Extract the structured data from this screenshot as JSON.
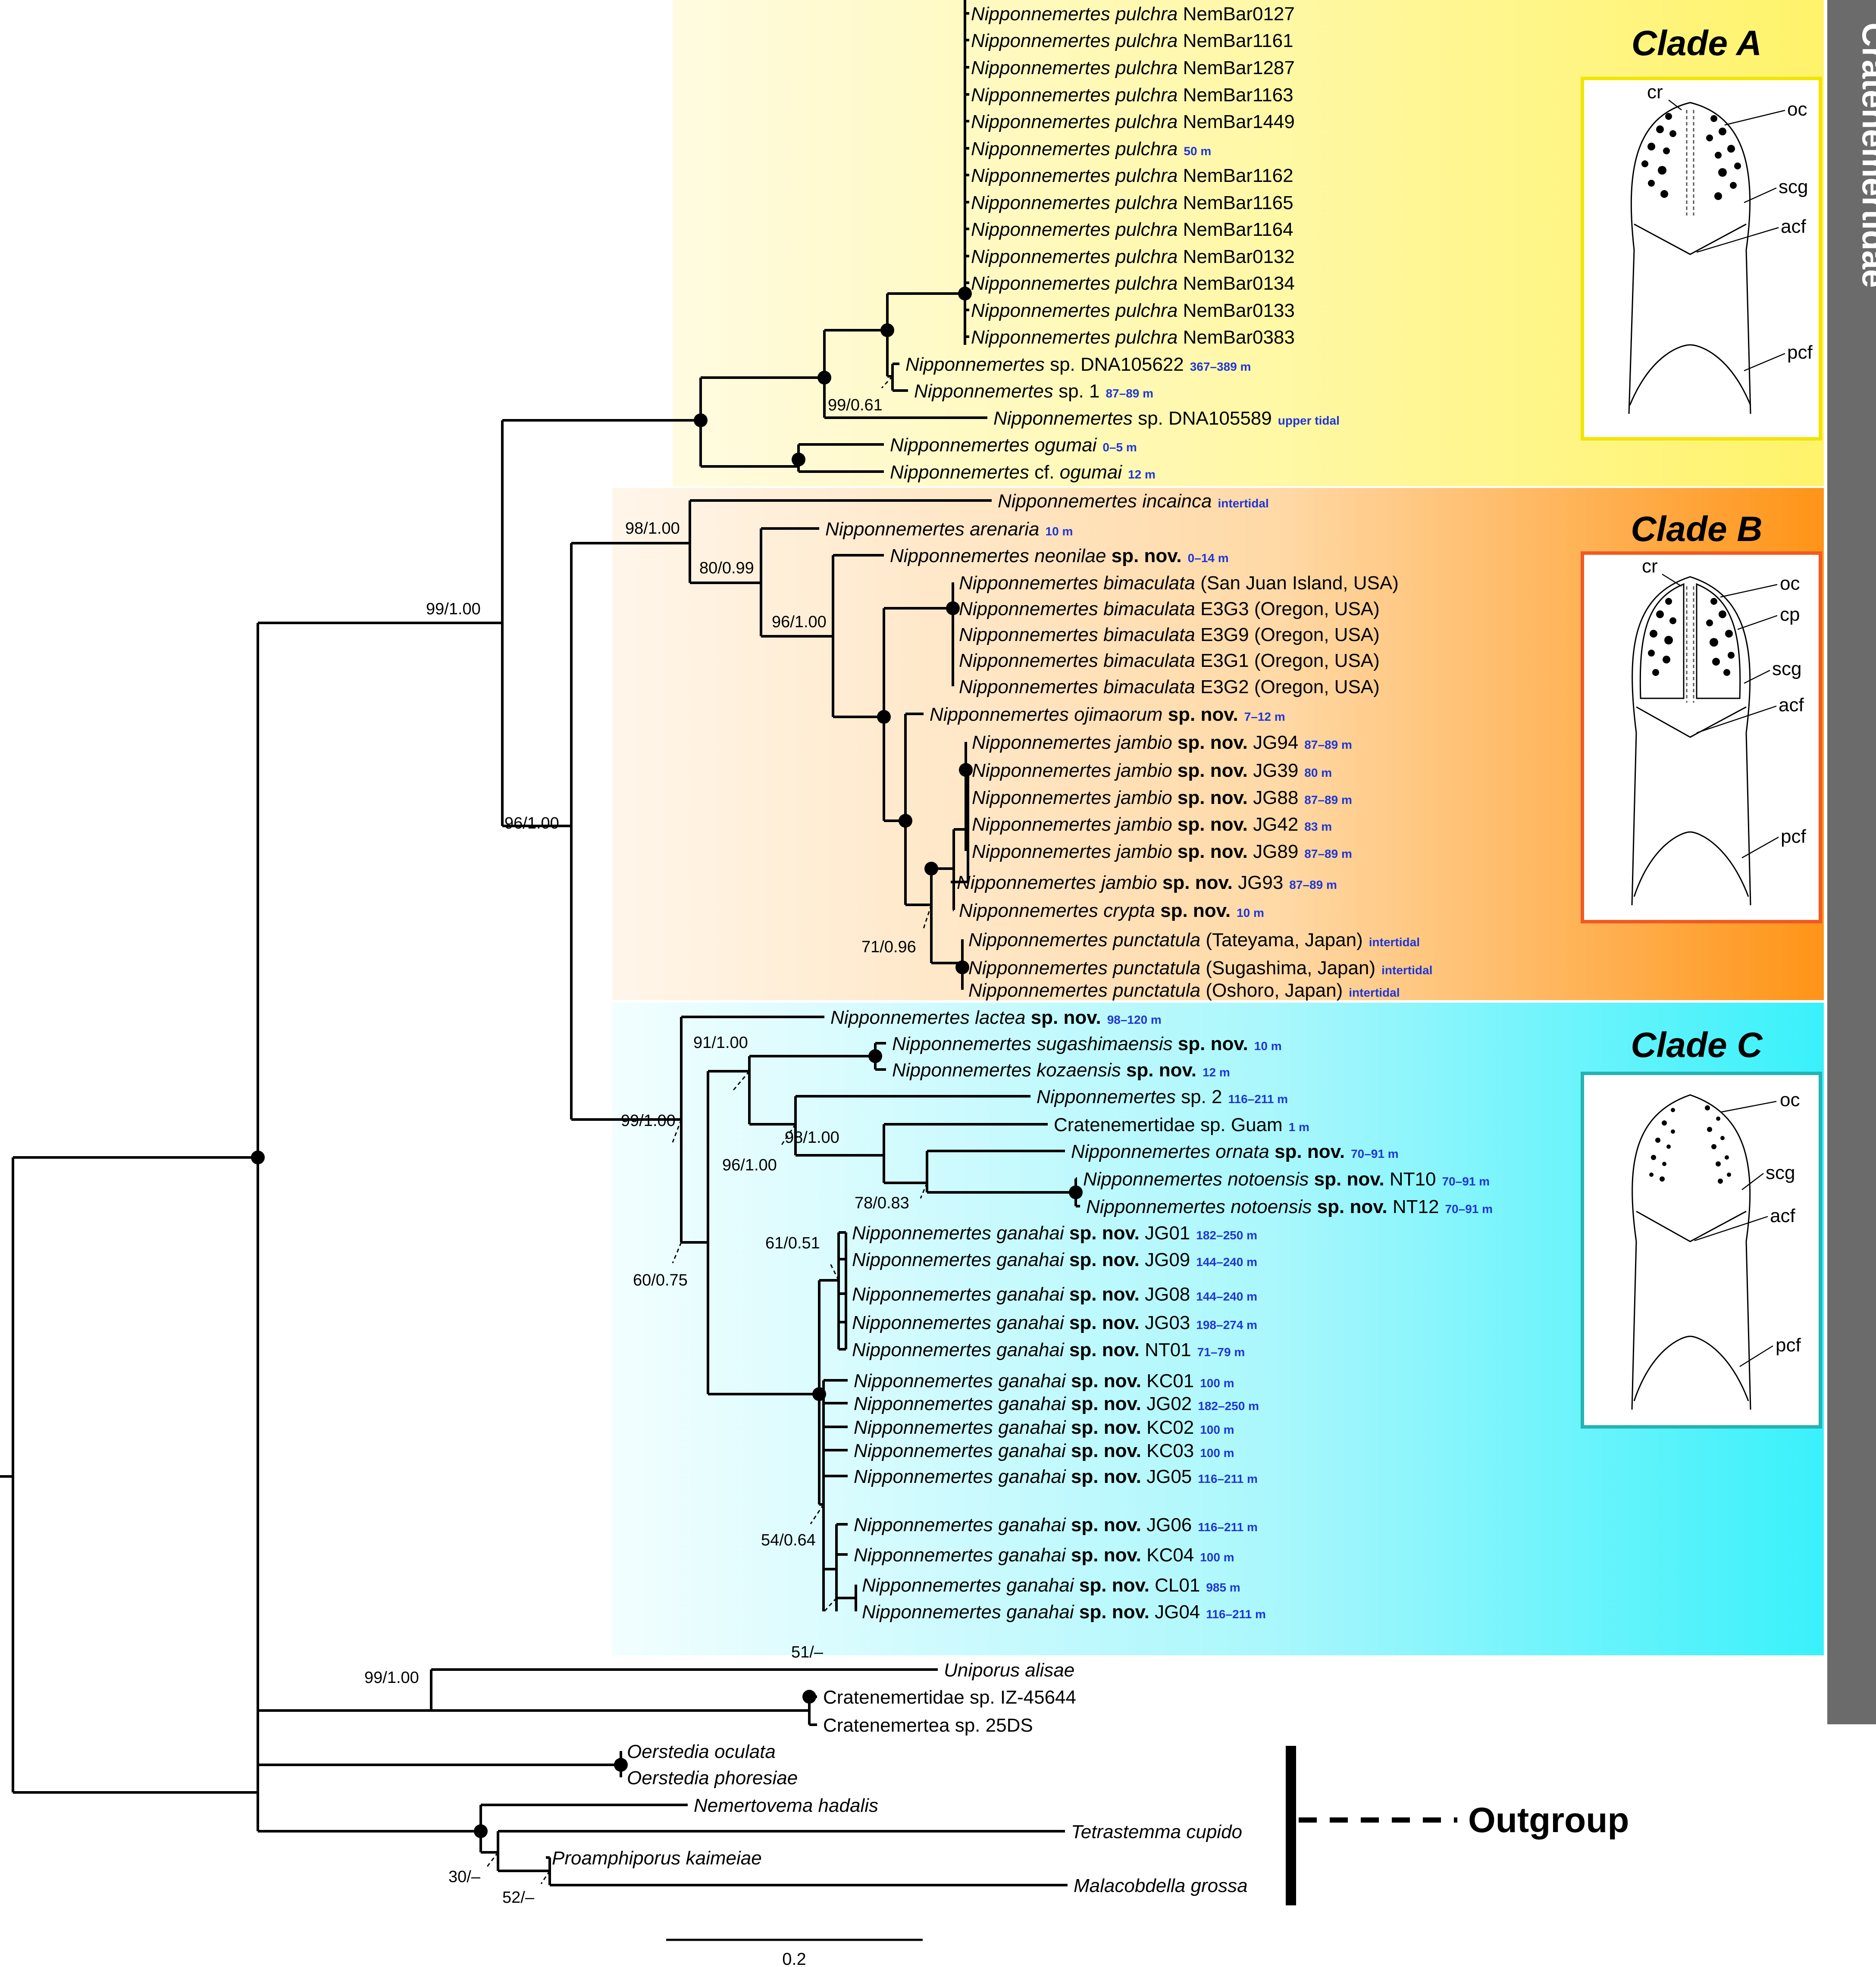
{
  "family_label": "Cratenemertidae",
  "outgroup_label": "Outgroup",
  "scale_label": "0.2",
  "clades": [
    {
      "label": "Clade A",
      "color_top": "#fffce0",
      "color_mid": "#fff7a6",
      "color_end": "#fff36e",
      "border": "#f2e500"
    },
    {
      "label": "Clade B",
      "color_top": "#fff4e6",
      "color_mid": "#ffcf8c",
      "color_end": "#ff9a1a",
      "border": "#f15a22"
    },
    {
      "label": "Clade C",
      "color_top": "#eefeff",
      "color_mid": "#9ff6fb",
      "color_end": "#3ff0fa",
      "border": "#25b3b5"
    }
  ],
  "colors": {
    "depth_text": "#1f36d6",
    "side_bar": "#6b6b6b",
    "tree": "#000000"
  },
  "head_labels": {
    "A": [
      "cr",
      "oc",
      "scg",
      "acf",
      "pcf"
    ],
    "B": [
      "cr",
      "oc",
      "cp",
      "scg",
      "acf",
      "pcf"
    ],
    "C": [
      "oc",
      "scg",
      "acf",
      "pcf"
    ]
  },
  "taxa": [
    {
      "genus": "Nipponnemertes pulchra",
      "suffix": "NemBar0127",
      "bold": "",
      "depth": ""
    },
    {
      "genus": "Nipponnemertes pulchra",
      "suffix": "NemBar1161",
      "bold": "",
      "depth": ""
    },
    {
      "genus": "Nipponnemertes pulchra",
      "suffix": "NemBar1287",
      "bold": "",
      "depth": ""
    },
    {
      "genus": "Nipponnemertes pulchra",
      "suffix": "NemBar1163",
      "bold": "",
      "depth": ""
    },
    {
      "genus": "Nipponnemertes pulchra",
      "suffix": "NemBar1449",
      "bold": "",
      "depth": ""
    },
    {
      "genus": "Nipponnemertes pulchra",
      "suffix": "",
      "bold": "",
      "depth": "50 m"
    },
    {
      "genus": "Nipponnemertes pulchra",
      "suffix": "NemBar1162",
      "bold": "",
      "depth": ""
    },
    {
      "genus": "Nipponnemertes pulchra",
      "suffix": "NemBar1165",
      "bold": "",
      "depth": ""
    },
    {
      "genus": "Nipponnemertes pulchra",
      "suffix": "NemBar1164",
      "bold": "",
      "depth": ""
    },
    {
      "genus": "Nipponnemertes pulchra",
      "suffix": "NemBar0132",
      "bold": "",
      "depth": ""
    },
    {
      "genus": "Nipponnemertes pulchra",
      "suffix": "NemBar0134",
      "bold": "",
      "depth": ""
    },
    {
      "genus": "Nipponnemertes pulchra",
      "suffix": "NemBar0133",
      "bold": "",
      "depth": ""
    },
    {
      "genus": "Nipponnemertes pulchra",
      "suffix": "NemBar0383",
      "bold": "",
      "depth": ""
    },
    {
      "genus": "Nipponnemertes",
      "suffix": "sp. DNA105622",
      "bold": "",
      "depth": "367–389 m"
    },
    {
      "genus": "Nipponnemertes",
      "suffix": "sp. 1",
      "bold": "",
      "depth": "87–89 m"
    },
    {
      "genus": "Nipponnemertes",
      "suffix": "sp. DNA105589",
      "bold": "",
      "depth": "upper tidal"
    },
    {
      "genus": "Nipponnemertes ogumai",
      "suffix": "",
      "bold": "",
      "depth": "0–5 m"
    },
    {
      "genus": "Nipponnemertes",
      "suffix": "cf. ",
      "genus2": "ogumai",
      "bold": "",
      "depth": "12 m"
    },
    {
      "genus": "Nipponnemertes incainca",
      "suffix": "",
      "bold": "",
      "depth": "intertidal"
    },
    {
      "genus": "Nipponnemertes arenaria",
      "suffix": "",
      "bold": "",
      "depth": "10 m"
    },
    {
      "genus": "Nipponnemertes neonilae",
      "suffix": "",
      "bold": "sp. nov.",
      "depth": "0–14 m"
    },
    {
      "genus": "Nipponnemertes bimaculata",
      "suffix": "(San Juan Island, USA)",
      "bold": "",
      "depth": ""
    },
    {
      "genus": "Nipponnemertes bimaculata",
      "suffix": "E3G3 (Oregon, USA)",
      "bold": "",
      "depth": ""
    },
    {
      "genus": "Nipponnemertes bimaculata",
      "suffix": "E3G9 (Oregon, USA)",
      "bold": "",
      "depth": ""
    },
    {
      "genus": "Nipponnemertes bimaculata",
      "suffix": "E3G1 (Oregon, USA)",
      "bold": "",
      "depth": ""
    },
    {
      "genus": "Nipponnemertes bimaculata",
      "suffix": "E3G2 (Oregon, USA)",
      "bold": "",
      "depth": ""
    },
    {
      "genus": "Nipponnemertes ojimaorum",
      "suffix": "",
      "bold": "sp. nov.",
      "depth": "7–12 m"
    },
    {
      "genus": "Nipponnemertes jambio",
      "suffix": "JG94",
      "bold": "sp. nov.",
      "depth": "87–89 m"
    },
    {
      "genus": "Nipponnemertes jambio",
      "suffix": "JG39",
      "bold": "sp. nov.",
      "depth": "80 m"
    },
    {
      "genus": "Nipponnemertes jambio",
      "suffix": "JG88",
      "bold": "sp. nov.",
      "depth": "87–89 m"
    },
    {
      "genus": "Nipponnemertes jambio",
      "suffix": "JG42",
      "bold": "sp. nov.",
      "depth": "83 m"
    },
    {
      "genus": "Nipponnemertes jambio",
      "suffix": "JG89",
      "bold": "sp. nov.",
      "depth": "87–89 m"
    },
    {
      "genus": "Nipponnemertes jambio",
      "suffix": "JG93",
      "bold": "sp. nov.",
      "depth": "87–89 m"
    },
    {
      "genus": "Nipponnemertes crypta",
      "suffix": "",
      "bold": "sp. nov.",
      "depth": "10 m"
    },
    {
      "genus": "Nipponnemertes punctatula",
      "suffix": "(Tateyama, Japan)",
      "bold": "",
      "depth": "intertidal"
    },
    {
      "genus": "Nipponnemertes punctatula",
      "suffix": "(Sugashima, Japan)",
      "bold": "",
      "depth": "intertidal"
    },
    {
      "genus": "Nipponnemertes punctatula",
      "suffix": "(Oshoro, Japan)",
      "bold": "",
      "depth": "intertidal"
    },
    {
      "genus": "Nipponnemertes lactea",
      "suffix": "",
      "bold": "sp. nov.",
      "depth": "98–120 m"
    },
    {
      "genus": "Nipponnemertes sugashimaensis",
      "suffix": "",
      "bold": "sp. nov.",
      "depth": "10 m"
    },
    {
      "genus": "Nipponnemertes kozaensis",
      "suffix": "",
      "bold": "sp. nov.",
      "depth": "12 m"
    },
    {
      "genus": "Nipponnemertes",
      "suffix": "sp. 2",
      "bold": "",
      "depth": "116–211 m"
    },
    {
      "genus": "",
      "suffix": "Cratenemertidae sp. Guam",
      "bold": "",
      "depth": "1 m"
    },
    {
      "genus": "Nipponnemertes ornata",
      "suffix": "",
      "bold": "sp. nov.",
      "depth": "70–91 m"
    },
    {
      "genus": "Nipponnemertes notoensis",
      "suffix": "NT10",
      "bold": "sp. nov.",
      "depth": "70–91 m"
    },
    {
      "genus": "Nipponnemertes notoensis",
      "suffix": "NT12",
      "bold": "sp. nov.",
      "depth": "70–91 m"
    },
    {
      "genus": "Nipponnemertes ganahai",
      "suffix": "JG01",
      "bold": "sp. nov.",
      "depth": "182–250 m"
    },
    {
      "genus": "Nipponnemertes ganahai",
      "suffix": "JG09",
      "bold": "sp. nov.",
      "depth": "144–240 m"
    },
    {
      "genus": "Nipponnemertes ganahai",
      "suffix": "JG08",
      "bold": "sp. nov.",
      "depth": "144–240 m"
    },
    {
      "genus": "Nipponnemertes ganahai",
      "suffix": "JG03",
      "bold": "sp. nov.",
      "depth": "198–274 m"
    },
    {
      "genus": "Nipponnemertes ganahai",
      "suffix": "NT01",
      "bold": "sp. nov.",
      "depth": "71–79 m"
    },
    {
      "genus": "Nipponnemertes ganahai",
      "suffix": "KC01",
      "bold": "sp. nov.",
      "depth": "100 m"
    },
    {
      "genus": "Nipponnemertes ganahai",
      "suffix": "JG02",
      "bold": "sp. nov.",
      "depth": "182–250 m"
    },
    {
      "genus": "Nipponnemertes ganahai",
      "suffix": "KC02",
      "bold": "sp. nov.",
      "depth": "100 m"
    },
    {
      "genus": "Nipponnemertes ganahai",
      "suffix": "KC03",
      "bold": "sp. nov.",
      "depth": "100 m"
    },
    {
      "genus": "Nipponnemertes ganahai",
      "suffix": "JG05",
      "bold": "sp. nov.",
      "depth": "116–211 m"
    },
    {
      "genus": "Nipponnemertes ganahai",
      "suffix": "JG06",
      "bold": "sp. nov.",
      "depth": "116–211 m"
    },
    {
      "genus": "Nipponnemertes ganahai",
      "suffix": "KC04",
      "bold": "sp. nov.",
      "depth": "100 m"
    },
    {
      "genus": "Nipponnemertes ganahai",
      "suffix": "CL01",
      "bold": "sp. nov.",
      "depth": "985 m"
    },
    {
      "genus": "Nipponnemertes ganahai",
      "suffix": "JG04",
      "bold": "sp. nov.",
      "depth": "116–211 m"
    },
    {
      "genus": "Uniporus alisae",
      "suffix": "",
      "bold": "",
      "depth": ""
    },
    {
      "genus": "",
      "suffix": "Cratenemertidae sp. IZ-45644",
      "bold": "",
      "depth": ""
    },
    {
      "genus": "",
      "suffix": "Cratenemertea sp. 25DS",
      "bold": "",
      "depth": ""
    },
    {
      "genus": "Oerstedia oculata",
      "suffix": "",
      "bold": "",
      "depth": ""
    },
    {
      "genus": "Oerstedia phoresiae",
      "suffix": "",
      "bold": "",
      "depth": ""
    },
    {
      "genus": "Nemertovema hadalis",
      "suffix": "",
      "bold": "",
      "depth": ""
    },
    {
      "genus": "Tetrastemma cupido",
      "suffix": "",
      "bold": "",
      "depth": ""
    },
    {
      "genus": "Proamphiporus kaimeiae",
      "suffix": "",
      "bold": "",
      "depth": ""
    },
    {
      "genus": "Malacobdella grossa",
      "suffix": "",
      "bold": "",
      "depth": ""
    }
  ],
  "support_values": [
    "99/0.61",
    "98/1.00",
    "80/0.99",
    "96/1.00",
    "99/1.00",
    "96/1.00",
    "71/0.96",
    "91/1.00",
    "98/1.00",
    "96/1.00",
    "78/0.83",
    "99/1.00",
    "61/0.51",
    "60/0.75",
    "54/0.64",
    "51/–",
    "99/1.00",
    "30/–",
    "52/–"
  ]
}
